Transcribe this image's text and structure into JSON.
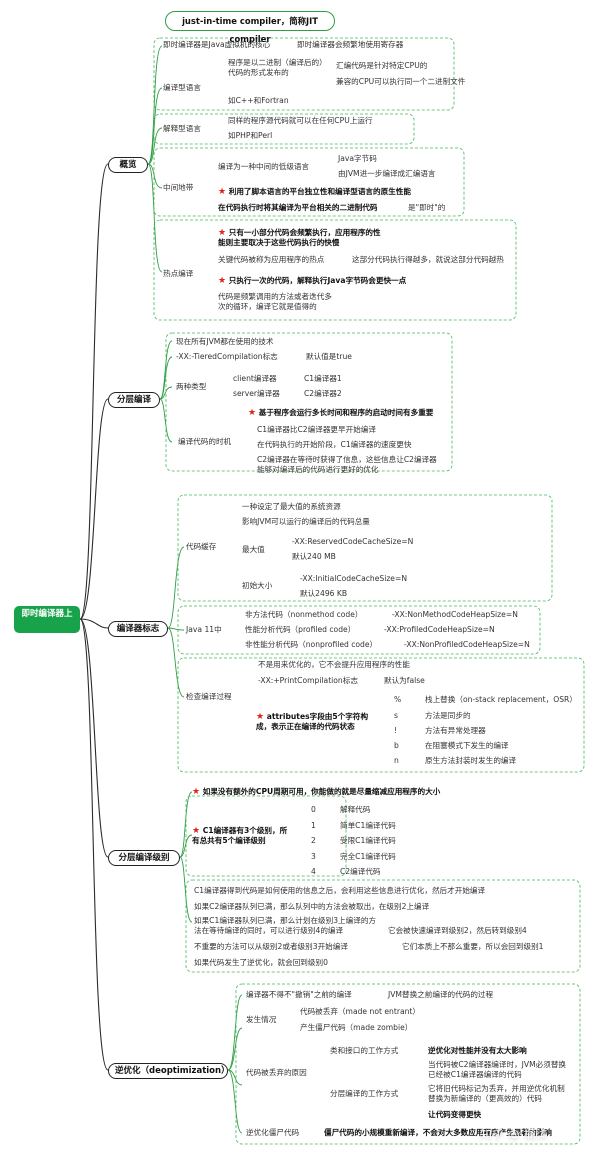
{
  "callout": "just-in-time compiler，简称JIT compiler",
  "root": "即时编译器上",
  "b1": {
    "title": "概览",
    "r1a": "即时编译器是Java虚拟机的核心",
    "r1b": "即时编译器会频繁地使用寄存器",
    "compiled": {
      "label": "编译型语言",
      "desc": "程序是以二进制（编译后的）代码的形式发布的",
      "d1": "汇编代码是针对特定CPU的",
      "d2": "兼容的CPU可以执行同一个二进制文件",
      "ex": "如C++和Fortran"
    },
    "interp": {
      "label": "解释型语言",
      "desc": "同样的程序源代码就可以在任何CPU上运行",
      "ex": "如PHP和Perl"
    },
    "middle": {
      "label": "中间地带",
      "desc": "编译为一种中间的低级语言",
      "d1": "Java字节码",
      "d2": "由JVM进一步编译成汇编语言",
      "star": "利用了脚本语言的平台独立性和编译型语言的原生性能",
      "runtime": "在代码执行时将其编译为平台相关的二进制代码",
      "jit": "是\"即时\"的"
    },
    "hot": {
      "label": "热点编译",
      "s1": "只有一小部分代码会频繁执行，应用程序的性能则主要取决于这些代码执行的快慢",
      "k": "关键代码被称为应用程序的热点",
      "kd": "这部分代码执行得越多，就说这部分代码越热",
      "s2": "只执行一次的代码，解释执行Java字节码会更快一点",
      "often": "代码是频繁调用的方法或者迭代多次的循环，编译它就是值得的"
    }
  },
  "b2": {
    "title": "分层编译",
    "l1": "现在所有JVM都在使用的技术",
    "flag": "-XX:-TieredCompilation标志",
    "flag_def": "默认值是true",
    "two": "两种类型",
    "client": "client编译器",
    "c1": "C1编译器1",
    "server": "server编译器",
    "c2": "C2编译器2",
    "timing": "编译代码的时机",
    "star": "基于程序会运行多长时间和程序的启动时间有多重要",
    "t1": "C1编译器比C2编译器更早开始编译",
    "t2": "在代码执行的开始阶段，C1编译器的速度更快",
    "t3": "C2编译器在等待时获得了信息，这些信息让C2编译器能够对编译后的代码进行更好的优化"
  },
  "b3": {
    "title": "编译器标志",
    "cache": "代码缓存",
    "c_a": "一种设定了最大值的系统资源",
    "c_b": "影响JVM可以运行的编译后的代码总量",
    "max": "最大值",
    "max_flag": "-XX:ReservedCodeCacheSize=N",
    "max_def": "默认240 MB",
    "init": "初始大小",
    "init_flag": "-XX:InitialCodeCacheSize=N",
    "init_def": "默认2496 KB",
    "java11": "Java 11中",
    "j1": "非方法代码（nonmethod code）",
    "j1f": "-XX:NonMethodCodeHeapSize=N",
    "j2": "性能分析代码（profiled code）",
    "j2f": "-XX:ProfiledCodeHeapSize=N",
    "j3": "非性能分析代码（nonprofiled code）",
    "j3f": "-XX:NonProfiledCodeHeapSize=N",
    "check": "检查编译过程",
    "k1": "不是用来优化的，它不会提升应用程序的性能",
    "k2": "-XX:+PrintCompilation标志",
    "k2d": "默认为false",
    "attr": "attributes字段由5个字符构成，表示正在编译的代码状态",
    "a1": "%",
    "a1d": "栈上替换（on-stack replacement，OSR）",
    "a2": "s",
    "a2d": "方法是同步的",
    "a3": "!",
    "a3d": "方法有异常处理器",
    "a4": "b",
    "a4d": "在阻塞模式下发生的编译",
    "a5": "n",
    "a5d": "原生方法封装时发生的编译"
  },
  "b4": {
    "title": "分层编译级别",
    "star1": "如果没有额外的CPU周期可用，你能做的就是尽量缩减应用程序的大小",
    "star2": "C1编译器有3个级别，所有总共有5个编译级别",
    "v0": "0",
    "v0d": "解释代码",
    "v1": "1",
    "v1d": "简单C1编译代码",
    "v2": "2",
    "v2d": "受限C1编译代码",
    "v3": "3",
    "v3d": "完全C1编译代码",
    "v4": "4",
    "v4d": "C2编译代码",
    "p1": "C1编译器得到代码是如何使用的信息之后，会利用这些信息进行优化，然后才开始编译",
    "p2": "如果C2编译器队列已满，那么队列中的方法会被取出，在级别2上编译",
    "p3": "如果C1编译器队列已满，那么计划在级别3上编译的方法在等待编译的同时，可以进行级别4的编译",
    "p3b": "它会被快速编译到级别2，然后转到级别4",
    "p4": "不重要的方法可以从级别2或者级别3开始编译",
    "p4b": "它们本质上不那么重要，所以会回到级别1",
    "p5": "如果代码发生了逆优化，就会回到级别0"
  },
  "b5": {
    "title": "逆优化（deoptimization）",
    "r1": "编译器不得不\"撤销\"之前的编译",
    "r1b": "JVM替换之前编译的代码的过程",
    "happen": "发生情况",
    "h1": "代码被丢弃（made not entrant）",
    "h2": "产生僵尸代码（made zombie）",
    "reason": "代码被丢弃的原因",
    "cls": "类和接口的工作方式",
    "cls_d": "逆优化对性能并没有太大影响",
    "tier": "分层编译的工作方式",
    "tier_d1": "当代码被C2编译器编译时，JVM必须替换已经被C1编译器编译的代码",
    "tier_d2": "它将旧代码标记为丢弃，并用逆优化机制替换为新编译的（更高效的）代码",
    "tier_d3": "让代码变得更快",
    "zombie": "逆优化僵尸代码",
    "zombie_d": "僵尸代码的小规模重新编译，不会对大多数应用程序产生显著的影响"
  },
  "watermark": "知乎 @ 桶柒",
  "colors": {
    "root": "#17a34a",
    "branch": "#2f9e44",
    "frame": "#43b85a",
    "line": "#222222",
    "star": "#e0211b"
  }
}
